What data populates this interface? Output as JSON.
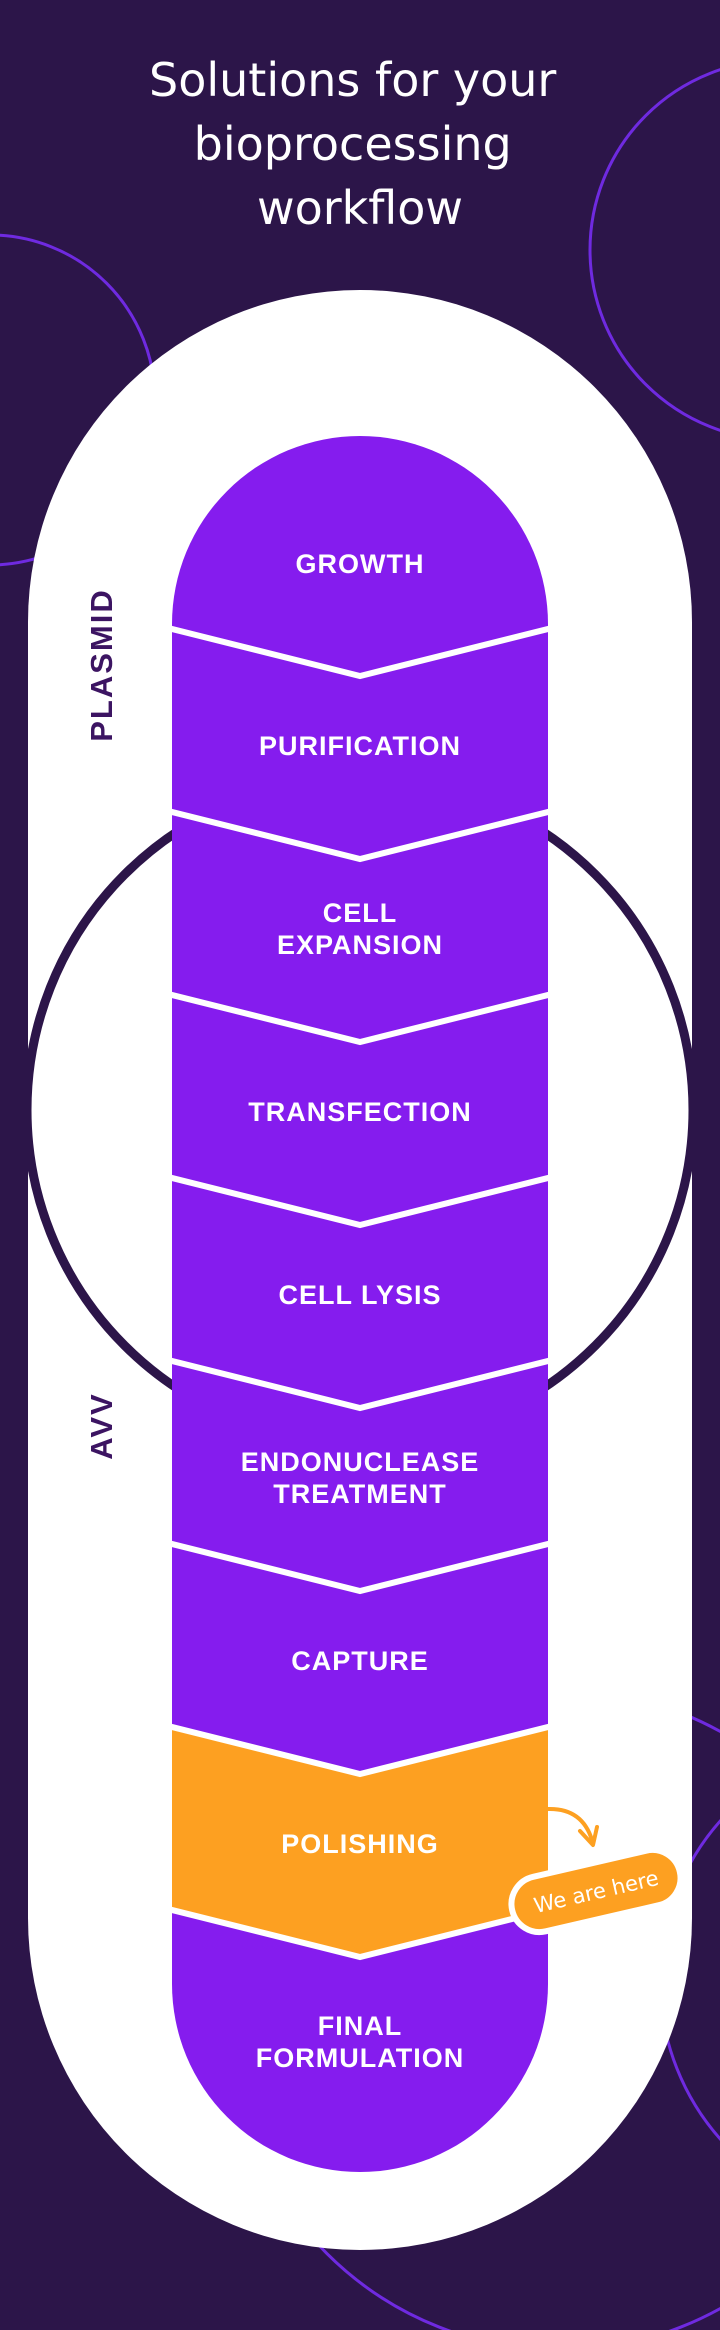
{
  "header": {
    "title_lines": [
      "Solutions for your",
      "bioprocessing",
      "workflow"
    ]
  },
  "groups": {
    "plasmid": "PLASMID",
    "avv": "AVV"
  },
  "steps": [
    {
      "lines": [
        "GROWTH"
      ],
      "highlight": false
    },
    {
      "lines": [
        "PURIFICATION"
      ],
      "highlight": false
    },
    {
      "lines": [
        "CELL",
        "EXPANSION"
      ],
      "highlight": false
    },
    {
      "lines": [
        "TRANSFECTION"
      ],
      "highlight": false
    },
    {
      "lines": [
        "CELL LYSIS"
      ],
      "highlight": false
    },
    {
      "lines": [
        "ENDONUCLEASE",
        "TREATMENT"
      ],
      "highlight": false
    },
    {
      "lines": [
        "CAPTURE"
      ],
      "highlight": false
    },
    {
      "lines": [
        "POLISHING"
      ],
      "highlight": true
    },
    {
      "lines": [
        "FINAL",
        "FORMULATION"
      ],
      "highlight": false
    }
  ],
  "marker": {
    "label": "We are here",
    "icon": "curved-arrow-icon"
  },
  "colors": {
    "background": "#2c1549",
    "step": "#851cee",
    "highlight": "#fda021",
    "pill": "#ffffff",
    "group_label": "#3c1462",
    "outline": "#6f2ae0"
  }
}
